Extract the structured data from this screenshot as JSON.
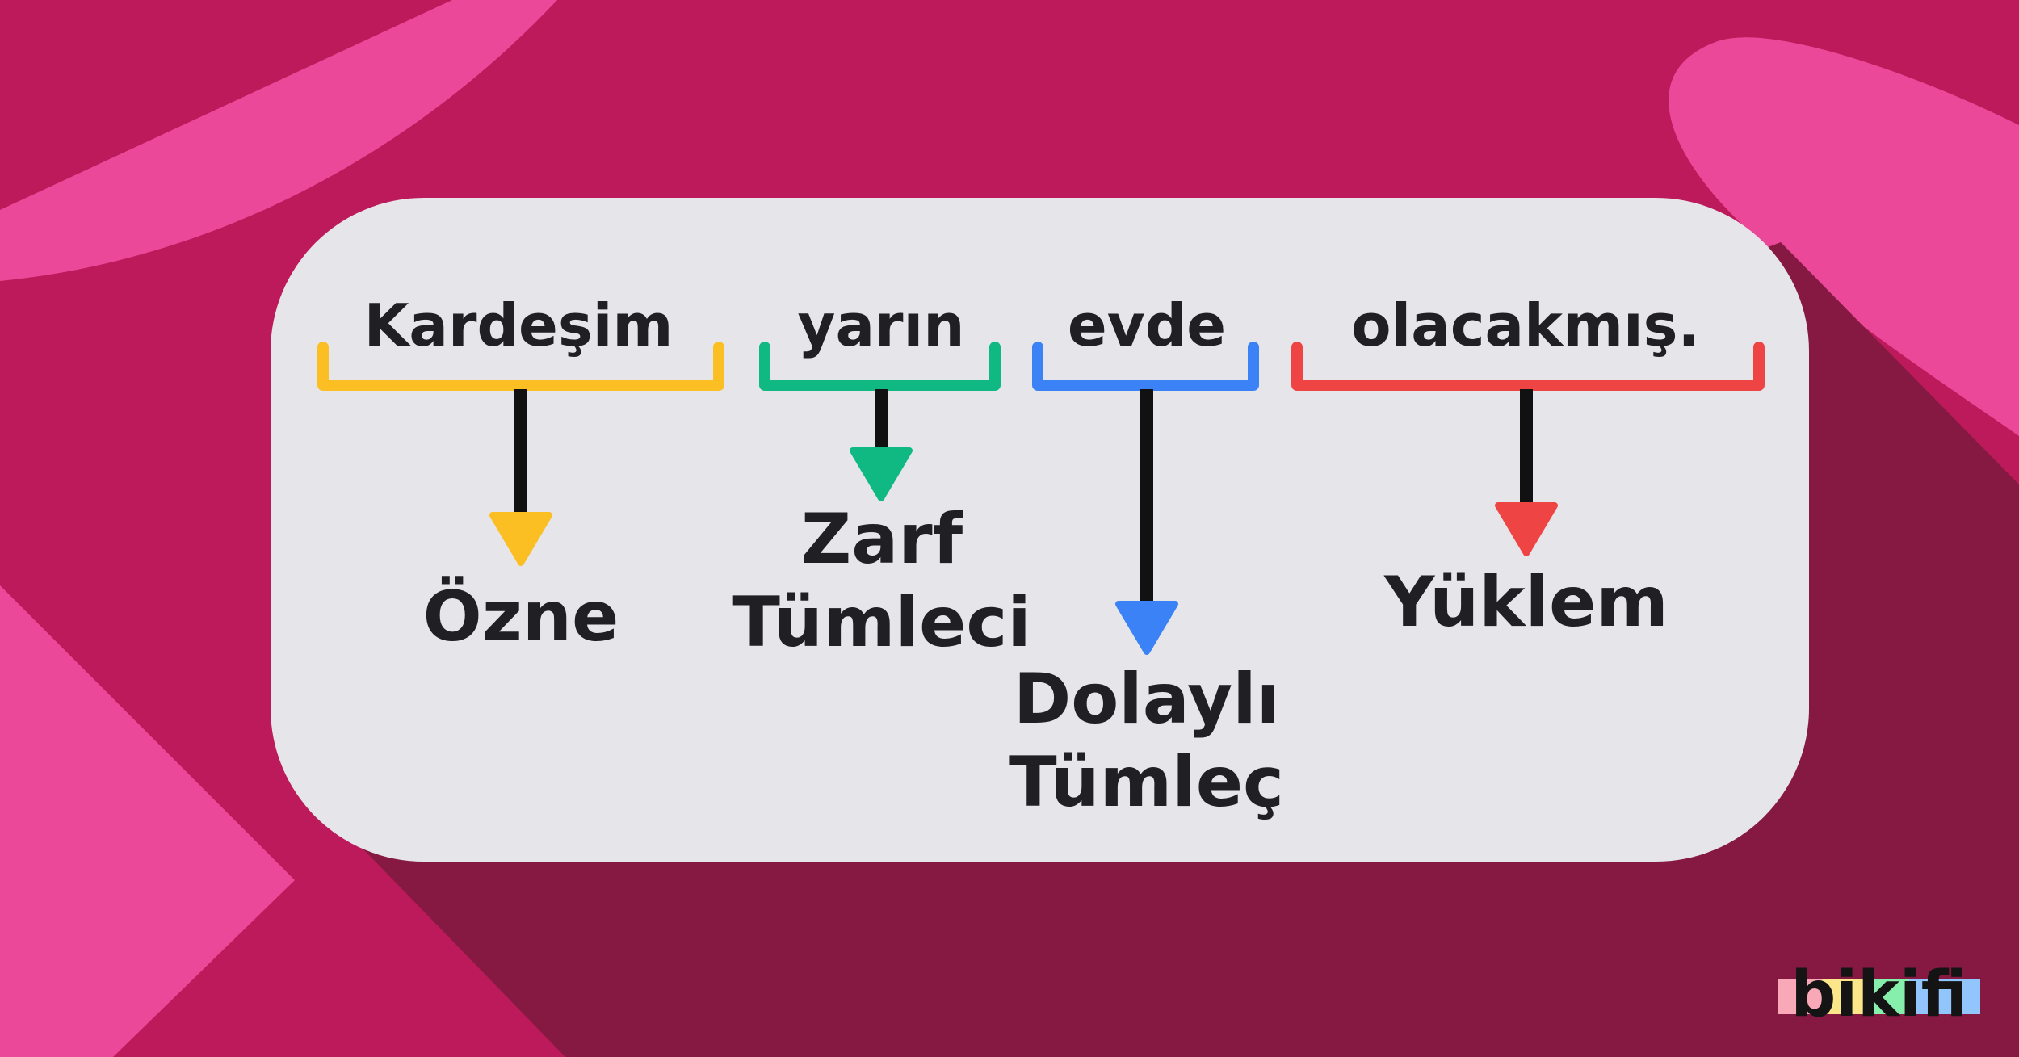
{
  "sentence": {
    "words": [
      {
        "text": "Kardeşim",
        "color": "#fbbf24",
        "label_lines": [
          "Özne"
        ]
      },
      {
        "text": "yarın",
        "color": "#10b981",
        "label_lines": [
          "Zarf",
          "Tümleci"
        ]
      },
      {
        "text": "evde",
        "color": "#3b82f6",
        "label_lines": [
          "Dolaylı",
          "Tümleç"
        ]
      },
      {
        "text": "olacakmış.",
        "color": "#ef4444",
        "label_lines": [
          "Yüklem"
        ]
      }
    ]
  },
  "logo": {
    "text": "bikifi",
    "stripe_colors": [
      "#f9a8b8",
      "#fde68a",
      "#86efac",
      "#93c5fd"
    ]
  },
  "colors": {
    "background": "#bd1a5b",
    "background_light": "#ec4899",
    "shadow": "#861941",
    "card": "#e6e6ea",
    "text": "#1f1f24"
  }
}
